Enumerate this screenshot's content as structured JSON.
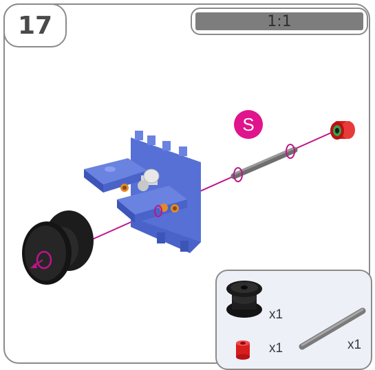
{
  "step": {
    "number": "17"
  },
  "scale": {
    "label": "1:1"
  },
  "diagram": {
    "badge_label": "S"
  },
  "parts_list": {
    "items": [
      {
        "name": "black pulley wheel",
        "icon": "pulley-icon",
        "quantity": "x1"
      },
      {
        "name": "red bushing",
        "icon": "bushing-icon",
        "quantity": "x1"
      },
      {
        "name": "grey axle",
        "icon": "axle-icon",
        "quantity": "x1"
      }
    ]
  },
  "colors": {
    "frame": "#8a8a8a",
    "magenta_guide": "#c0138a",
    "badge": "#e0148c",
    "blue_part": "#4a63c9",
    "parts_box_bg": "#eef0f8"
  }
}
